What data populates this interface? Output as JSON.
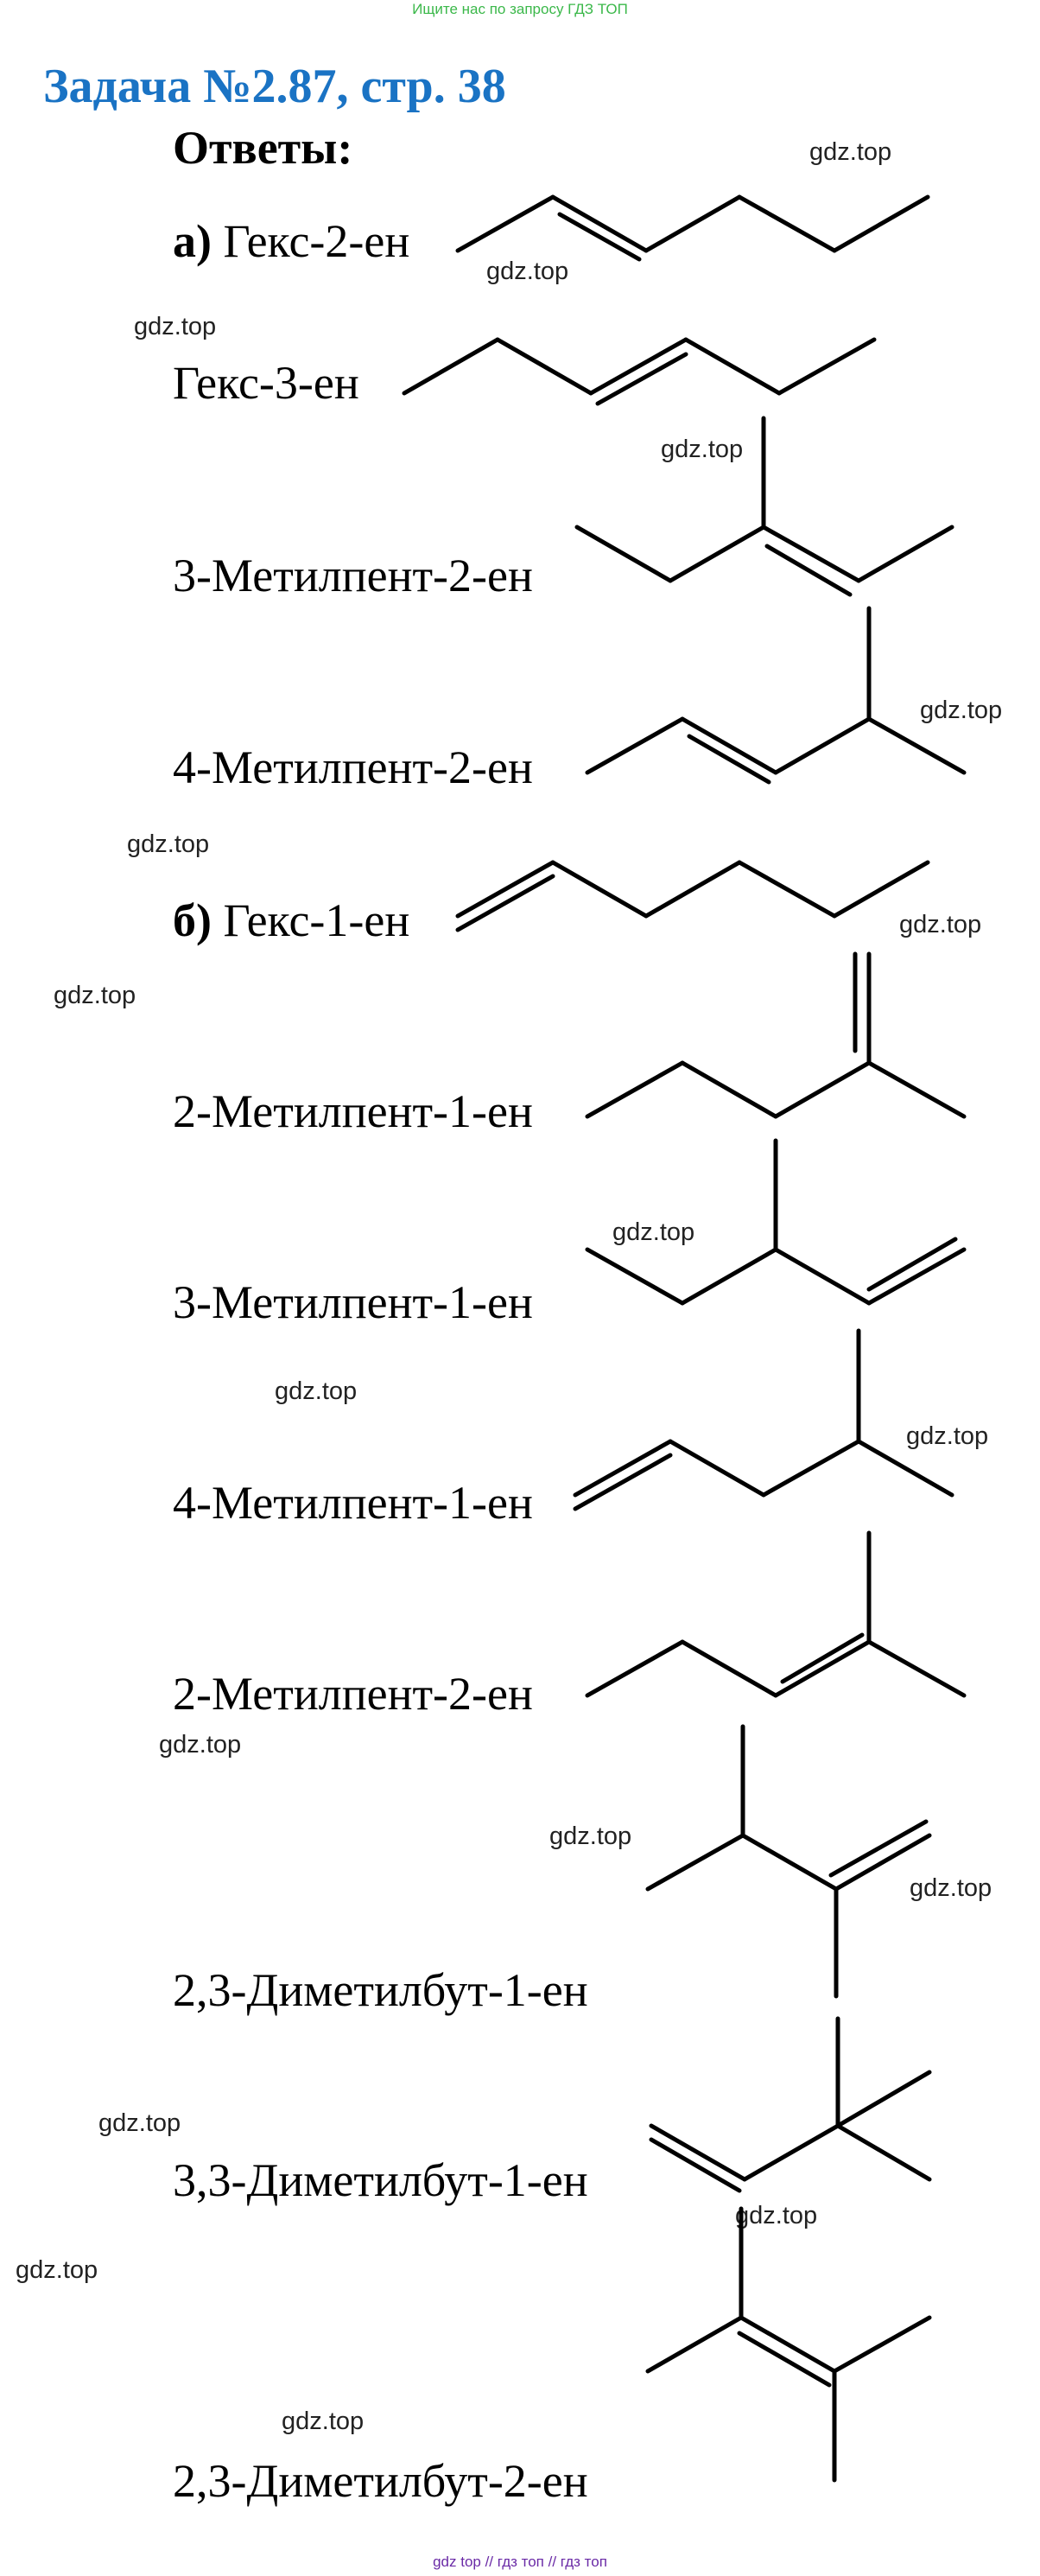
{
  "banner": "Ищите нас по запросу ГДЗ ТОП",
  "title": "Задача №2.87, стр. 38",
  "answers_heading": "Ответы:",
  "watermark": "gdz.top",
  "footer": "gdz top  //  гдз топ  //  гдз топ",
  "sections": {
    "a": "а)",
    "b": "б)"
  },
  "compounds": [
    {
      "name": "Гекс-2-ен"
    },
    {
      "name": "Гекс-3-ен"
    },
    {
      "name": "3-Метилпент-2-ен"
    },
    {
      "name": "4-Метилпент-2-ен"
    },
    {
      "name": "Гекс-1-ен"
    },
    {
      "name": "2-Метилпент-1-ен"
    },
    {
      "name": "3-Метилпент-1-ен"
    },
    {
      "name": "4-Метилпент-1-ен"
    },
    {
      "name": "2-Метилпент-2-ен"
    },
    {
      "name": "2,3-Диметилбут-1-ен"
    },
    {
      "name": "3,3-Диметилбут-1-ен"
    },
    {
      "name": "2,3-Диметилбут-2-ен"
    }
  ]
}
